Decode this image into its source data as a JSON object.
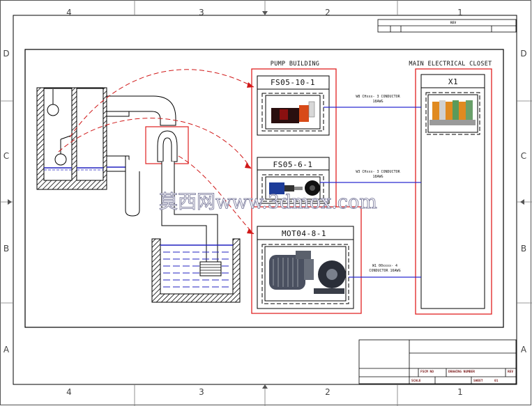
{
  "grid": {
    "columns": [
      "4",
      "3",
      "2",
      "1"
    ],
    "rows": [
      "D",
      "C",
      "B",
      "A"
    ]
  },
  "sections": {
    "pump_building": "PUMP BUILDING",
    "main_electrical_closet": "MAIN ELECTRICAL CLOSET"
  },
  "devices": [
    {
      "tag": "FS05-10-1",
      "kind": "float-switch"
    },
    {
      "tag": "FS05-6-1",
      "kind": "level-switch"
    },
    {
      "tag": "MOT04-8-1",
      "kind": "pump-motor"
    }
  ],
  "terminal": {
    "tag": "X1"
  },
  "wires": [
    {
      "line1": "W8 CHxxx- 3 CONDUCTOR",
      "line2": "18AWG"
    },
    {
      "line1": "W3 CHxxx- 3 CONDUCTOR",
      "line2": "18AWG"
    },
    {
      "line1": "W1 00xxxx- 4",
      "line2": "CONDUCTOR 16AWG"
    }
  ],
  "title_block": {
    "rev_header": "REV",
    "fscm": "FSCM NO",
    "dwg_no": "DRAWING NUMBER",
    "rev": "REV",
    "scale": "SCALE",
    "sheet": "SHEET",
    "sheet_value": "01"
  },
  "watermark": "莫西网www.3dmox.com",
  "colors": {
    "border": "#000000",
    "red_box": "#e02020",
    "wire_blue": "#2a2ad0",
    "water": "#2020c0"
  }
}
